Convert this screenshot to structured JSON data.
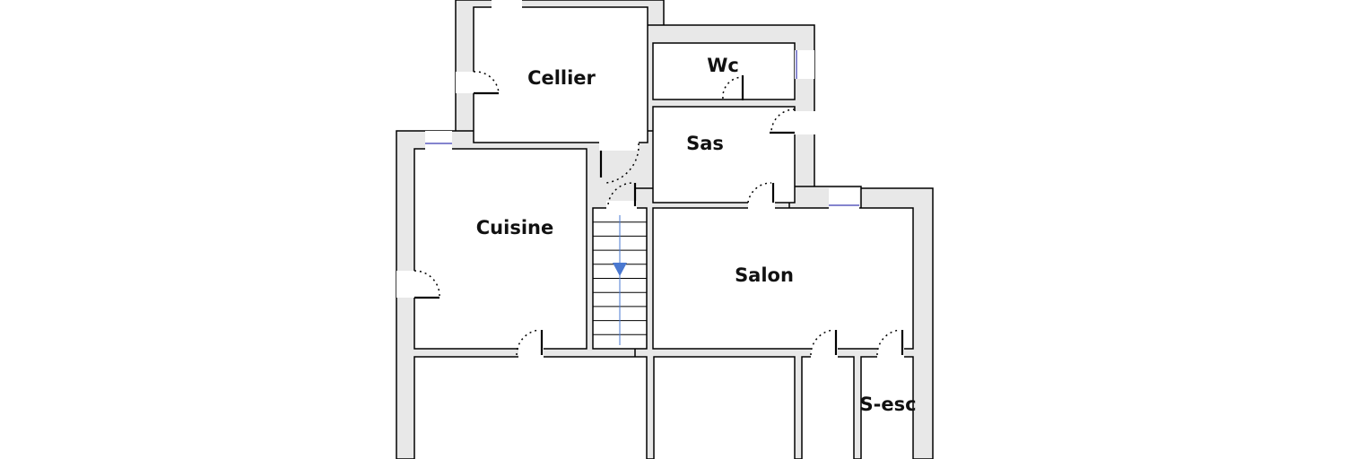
{
  "rooms": {
    "cellier": "Cellier",
    "wc": "Wc",
    "sas": "Sas",
    "cuisine": "Cuisine",
    "salon": "Salon",
    "s_esc": "S-esc"
  },
  "colors": {
    "wall_fill": "#e8e8e8",
    "window": "#3a3ab0",
    "stair_arrow": "#4a78d0"
  },
  "icons": {
    "stair_direction": "arrow-down-icon"
  }
}
